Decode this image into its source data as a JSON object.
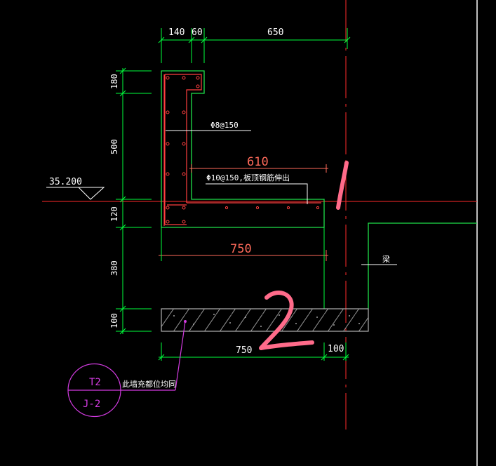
{
  "drawing": {
    "dims_top": [
      "140",
      "60",
      "650"
    ],
    "dims_left": [
      "180",
      "500",
      "120",
      "380",
      "100"
    ],
    "dim_610": "610",
    "dim_750_upper": "750",
    "dim_750_lower": "750",
    "dim_100_right": "100",
    "elevation": "35.200",
    "rebar_vertical": "Φ8@150",
    "rebar_horizontal": "Φ10@150,板顶钢筋伸出",
    "beam_label": "梁",
    "note_text": "此墙充都位均同",
    "callout_top": "T2",
    "callout_bottom": "J-2",
    "mark_1": "1",
    "mark_2": "2"
  },
  "colors": {
    "background": "#000000",
    "dimension": "#00ff3c",
    "outline": "#1fe04a",
    "rebar": "#ff4040",
    "annotation": "#ff6a5a",
    "callout": "#d23be0",
    "handwriting": "#ff6b8a",
    "gridline": "#ff2a2a"
  }
}
